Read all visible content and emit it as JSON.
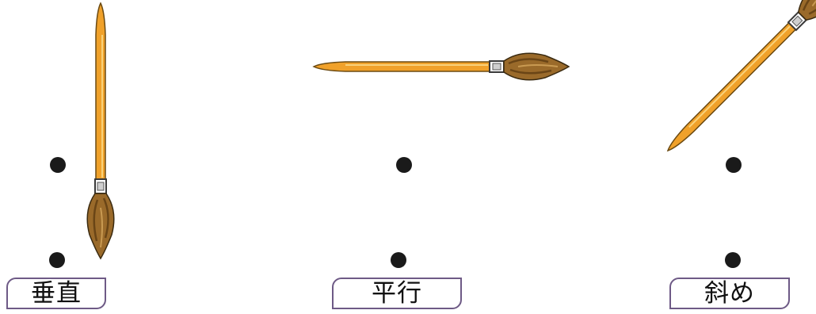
{
  "items": [
    {
      "label": "垂直",
      "brush": "vertical-brush"
    },
    {
      "label": "平行",
      "brush": "horizontal-brush"
    },
    {
      "label": "斜め",
      "brush": "diagonal-brush"
    }
  ],
  "colors": {
    "handle": "#f0a12a",
    "handle_outline": "#6b4a12",
    "bristles": "#9a6a2a",
    "bristles_dark": "#6a4516",
    "ferrule": "#e8e8e8",
    "dot": "#1a1a1a",
    "label_border": "#6e5a86"
  }
}
